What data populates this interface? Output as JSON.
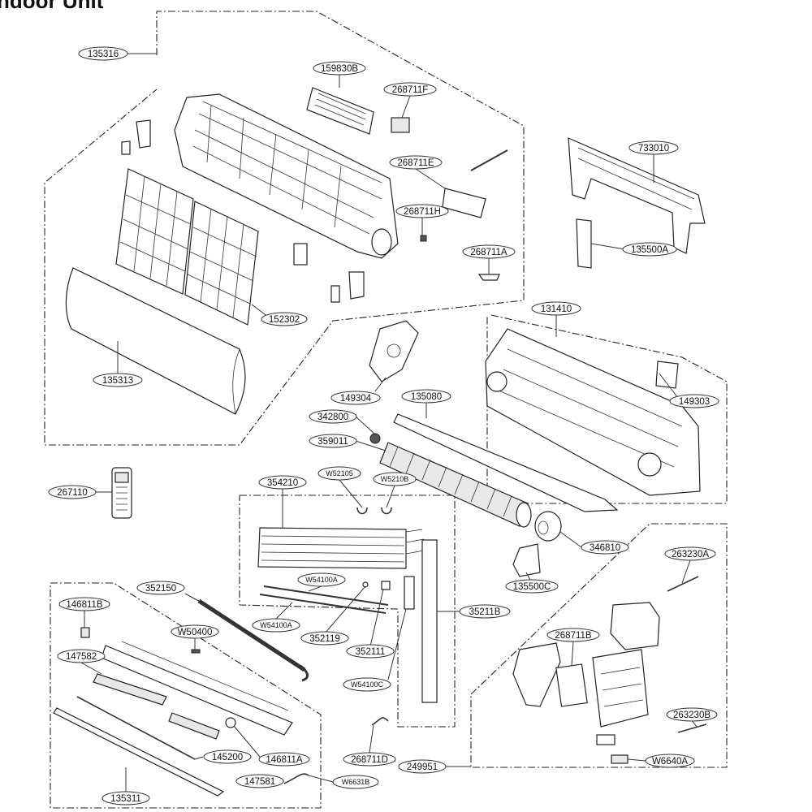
{
  "title": "ndoor Unit",
  "labels": {
    "l135316": "135316",
    "l159830B": "159830B",
    "l268711F": "268711F",
    "l268711E": "268711E",
    "l268711H": "268711H",
    "l268711A": "268711A",
    "l733010": "733010",
    "l135500A": "135500A",
    "l152302": "152302",
    "l135313": "135313",
    "l131410": "131410",
    "l149304": "149304",
    "l135080": "135080",
    "l149303": "149303",
    "l342800": "342800",
    "l359011": "359011",
    "l267110": "267110",
    "lW52105": "W52105",
    "lW5210B": "W5210B",
    "l354210": "354210",
    "l346810": "346810",
    "l263230A": "263230A",
    "l135500C": "135500C",
    "lW54100A_top": "W54100A",
    "l352150": "352150",
    "l146811B": "146811B",
    "lW54100A_bot": "W54100A",
    "l35211B": "35211B",
    "l352119": "352119",
    "l352111": "352111",
    "lW50400": "W50400",
    "l268711B": "268711B",
    "l147582": "147582",
    "lW54100C": "W54100C",
    "l263230B": "263230B",
    "l145200": "145200",
    "l146811A": "146811A",
    "l268711D": "268711D",
    "l249951": "249951",
    "lW6640A": "W6640A",
    "l147581": "147581",
    "lW6631B": "W6631B",
    "l135311": "135311"
  }
}
